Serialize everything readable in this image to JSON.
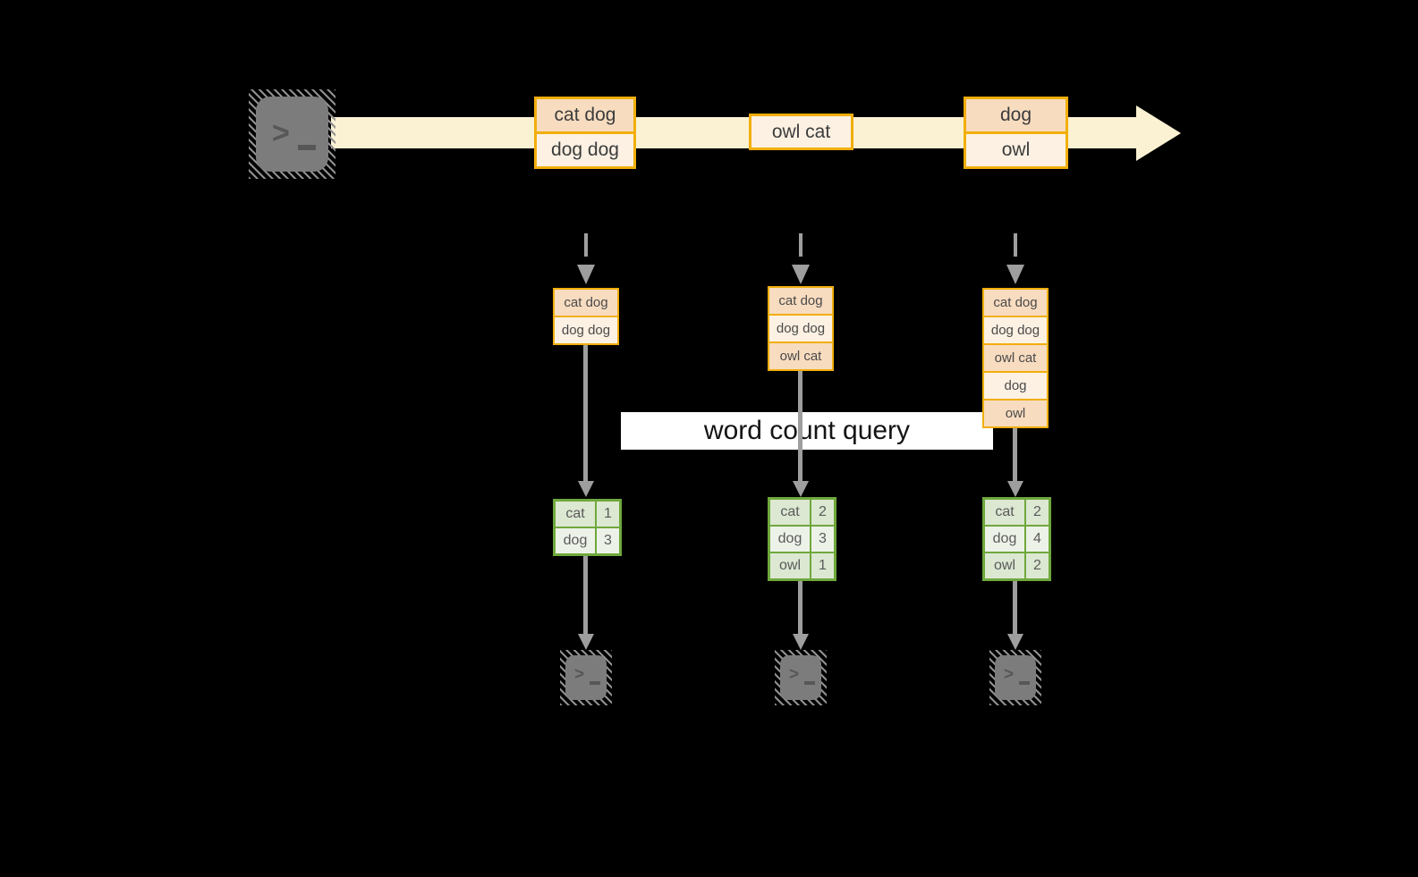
{
  "diagram": {
    "title_label": "word count query",
    "icons": {
      "terminal_prompt": ">"
    },
    "colors": {
      "background": "#000000",
      "band": "#FBF2D3",
      "event_border": "#F1AE0C",
      "event_fill_dark": "#F8DCC0",
      "event_fill_light": "#FCF1E3",
      "table_border": "#6FA83C",
      "table_fill_dark": "#DCE8D2",
      "table_fill_light": "#EDF2E9",
      "arrow_gray": "#9E9E9E",
      "terminal_gray": "#7C7C7C"
    },
    "stream": {
      "events": [
        {
          "lines": [
            "cat dog",
            "dog dog"
          ]
        },
        {
          "lines": [
            "owl cat"
          ]
        },
        {
          "lines": [
            "dog",
            "owl"
          ]
        }
      ]
    },
    "columns": [
      {
        "buffer": [
          "cat dog",
          "dog dog"
        ],
        "counts": [
          {
            "word": "cat",
            "count": "1"
          },
          {
            "word": "dog",
            "count": "3"
          }
        ]
      },
      {
        "buffer": [
          "cat dog",
          "dog dog",
          "owl cat"
        ],
        "counts": [
          {
            "word": "cat",
            "count": "2"
          },
          {
            "word": "dog",
            "count": "3"
          },
          {
            "word": "owl",
            "count": "1"
          }
        ]
      },
      {
        "buffer": [
          "cat dog",
          "dog dog",
          "owl cat",
          "dog",
          "owl"
        ],
        "counts": [
          {
            "word": "cat",
            "count": "2"
          },
          {
            "word": "dog",
            "count": "4"
          },
          {
            "word": "owl",
            "count": "2"
          }
        ]
      }
    ]
  }
}
